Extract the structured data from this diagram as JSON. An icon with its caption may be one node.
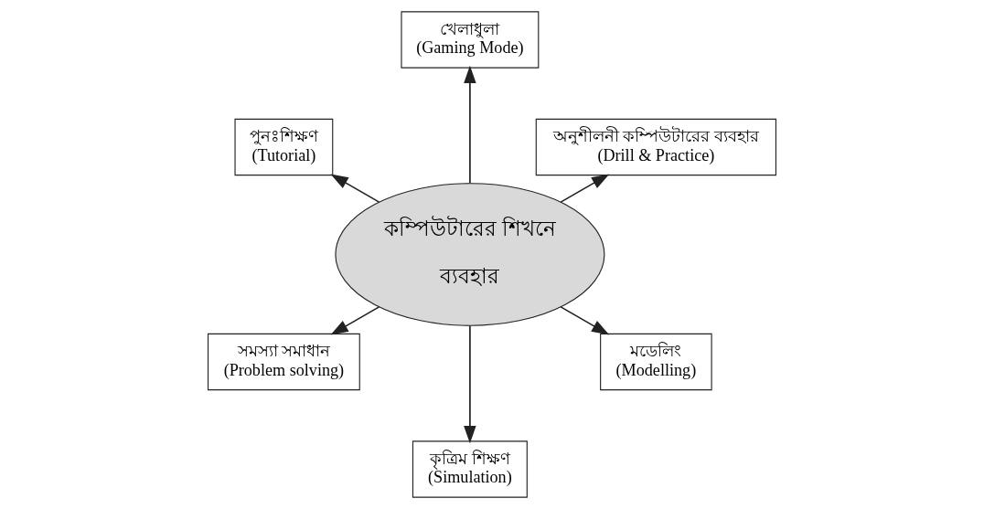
{
  "diagram": {
    "nodes": [
      {
        "text": [
          "কম্পিউটারের শিখনে ব্যবহার"
        ]
      },
      {
        "text": [
          "অনুশীলনী কম্পিউটারের ব্যবহার",
          "(Drill & Practice)"
        ]
      },
      {
        "text": [
          "খেলাধুলা",
          "(Gaming Mode)"
        ]
      },
      {
        "text": [
          "পুনঃশিক্ষণ",
          "(Tutorial)"
        ]
      },
      {
        "text": [
          "সমস্যা সমাধান",
          "(Problem solving)"
        ]
      },
      {
        "text": [
          "কৃত্রিম শিক্ষণ",
          "(Simulation)"
        ]
      },
      {
        "text": [
          "মডেলিং",
          "(Modelling)"
        ]
      }
    ],
    "edges": [
      {
        "from": 0,
        "to": 1,
        "arrow": "to"
      },
      {
        "from": 0,
        "to": 2,
        "arrow": "to"
      },
      {
        "from": 0,
        "to": 3,
        "arrow": "to"
      },
      {
        "from": 0,
        "to": 4,
        "arrow": "to"
      },
      {
        "from": 0,
        "to": 5,
        "arrow": "to"
      },
      {
        "from": 0,
        "to": 6,
        "arrow": "to"
      }
    ]
  }
}
